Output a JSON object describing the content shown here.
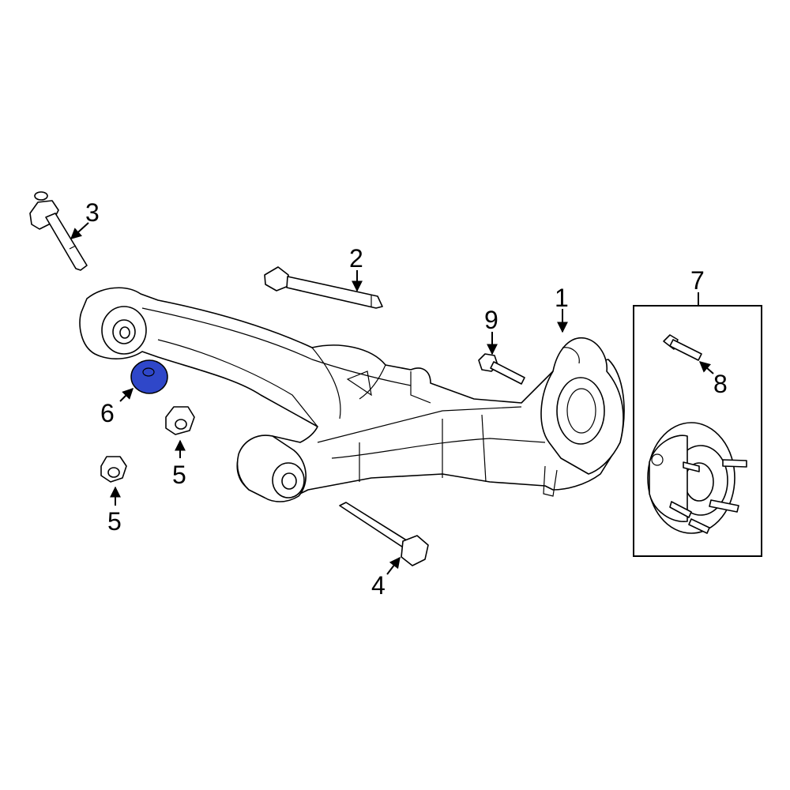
{
  "callouts": {
    "c1": "1",
    "c2": "2",
    "c3": "3",
    "c4": "4",
    "c5a": "5",
    "c5b": "5",
    "c6": "6",
    "c7": "7",
    "c8": "8",
    "c9": "9"
  },
  "colors": {
    "highlight": "#2f47c9",
    "line": "#000000",
    "background": "#ffffff"
  }
}
